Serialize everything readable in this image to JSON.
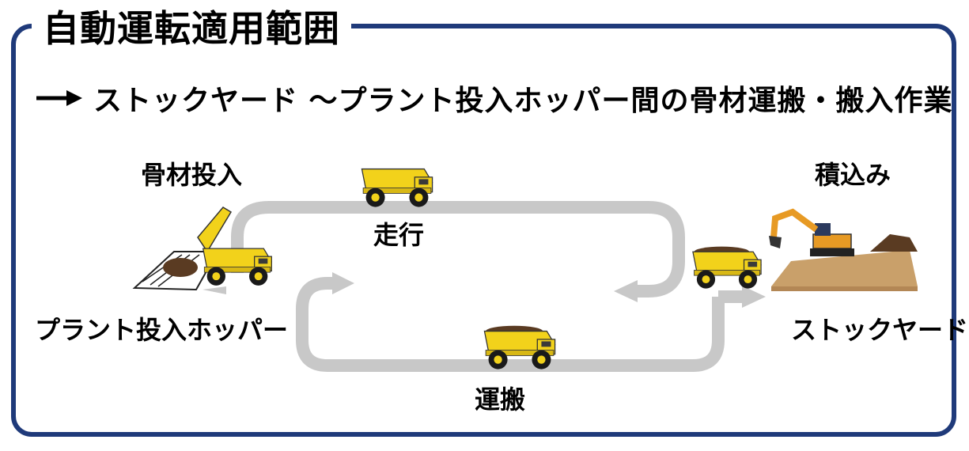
{
  "title": "自動運転適用範囲",
  "subtitle": "ストックヤード ～プラント投入ホッパー間の骨材運搬・搬入作業",
  "labels": {
    "aggregate_input": "骨材投入",
    "loading": "積込み",
    "travel": "走行",
    "haul": "運搬",
    "plant_hopper": "プラント投入ホッパー",
    "stockyard": "ストックヤード"
  },
  "colors": {
    "frame": "#1f3a7a",
    "loop": "#c8c8c8",
    "truck_body": "#f2d21b",
    "earth": "#c9a06a",
    "load": "#5a3b22"
  }
}
